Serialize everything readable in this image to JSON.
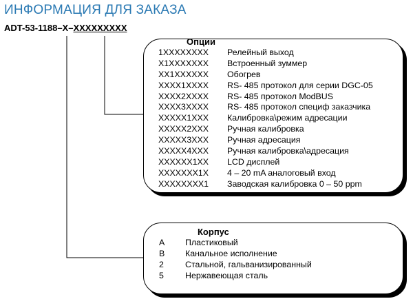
{
  "title": "ИНФОРМАЦИЯ ДЛЯ ЗАКАЗА",
  "code": {
    "prefix": "ADT-53-1188–X–",
    "suffix": "XXXXXXXXX"
  },
  "options": {
    "heading": "Опции",
    "rows": [
      {
        "code": "1XXXXXXXX",
        "desc": "Релейный выход"
      },
      {
        "code": "X1XXXXXXX",
        "desc": "Встроенный зуммер"
      },
      {
        "code": "XX1XXXXXX",
        "desc": "Обогрев"
      },
      {
        "code": "XXXX1XXXX",
        "desc": "RS- 485 протокол для серии DGC-05"
      },
      {
        "code": "XXXX2XXXX",
        "desc": "RS- 485 протокол ModBUS"
      },
      {
        "code": "XXXX3XXXX",
        "desc": "RS- 485 протокол специф заказчика"
      },
      {
        "code": "XXXXX1XXX",
        "desc": "Калибровка\\режим адресации"
      },
      {
        "code": "XXXXX2XXX",
        "desc": "Ручная калибровка"
      },
      {
        "code": "XXXXX3XXX",
        "desc": "Ручная адресация"
      },
      {
        "code": "XXXXX4XXX",
        "desc": "Ручная калибровка\\адресация"
      },
      {
        "code": "XXXXXX1XX",
        "desc": "LCD дисплей"
      },
      {
        "code": "XXXXXXX1X",
        "desc": "4 – 20 mA аналоговый вход"
      },
      {
        "code": "XXXXXXXX1",
        "desc": "Заводская калибровка 0 – 50 ppm"
      }
    ]
  },
  "housing": {
    "heading": "Корпус",
    "rows": [
      {
        "code": "A",
        "desc": "Пластиковый"
      },
      {
        "code": "B",
        "desc": "Канальное исполнение"
      },
      {
        "code": "2",
        "desc": "Стальной, гальванизированный"
      },
      {
        "code": "5",
        "desc": "Нержавеющая сталь"
      }
    ]
  }
}
